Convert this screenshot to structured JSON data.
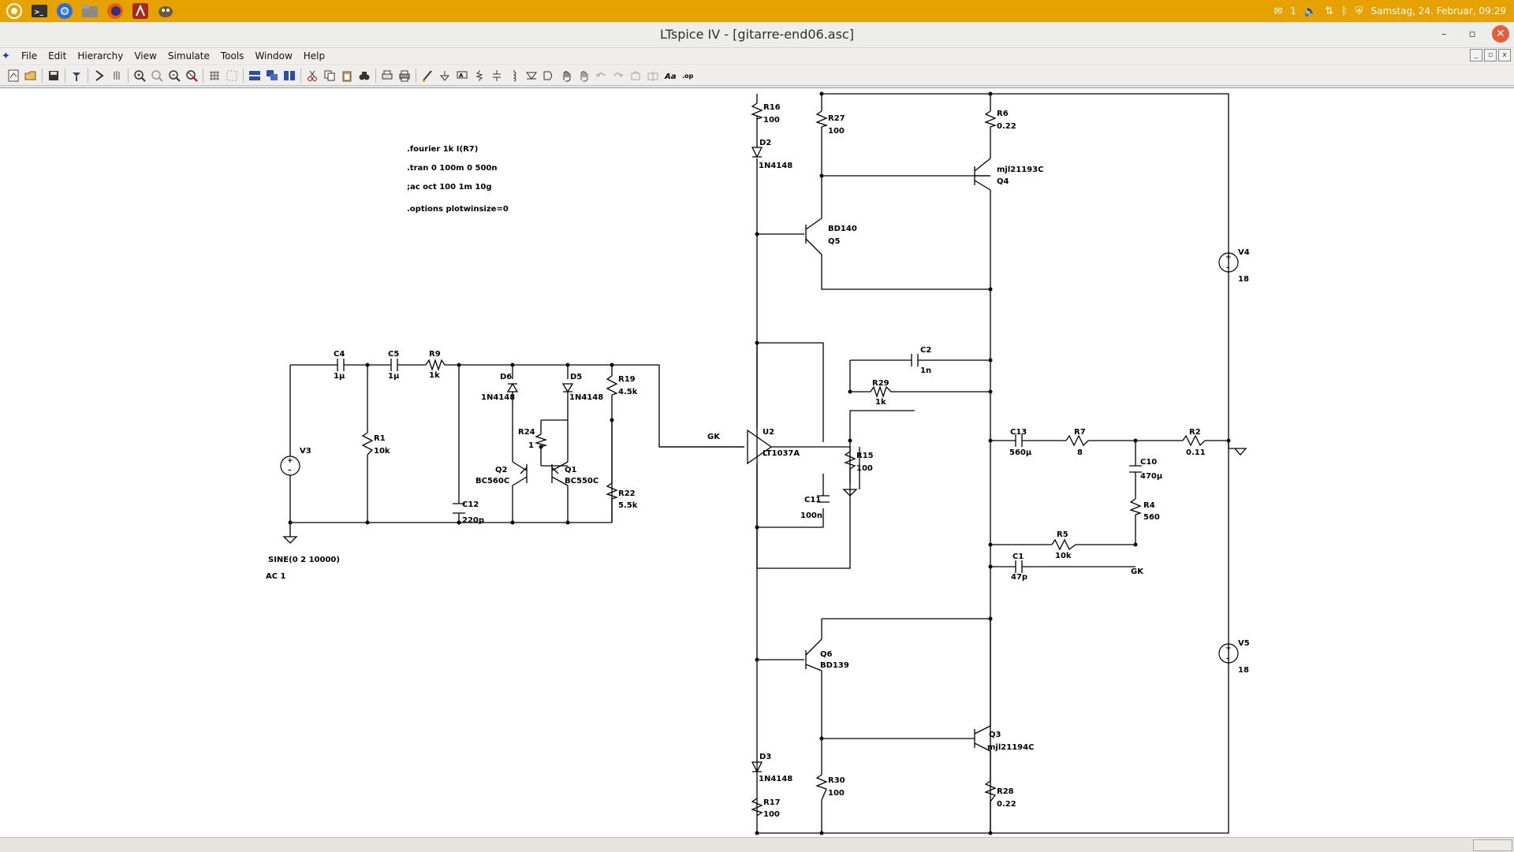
{
  "panel": {
    "date_time": "Samstag, 24. Februar, 09:29",
    "notif": "1",
    "launcher_icons": [
      "ubuntu-logo-icon",
      "terminal-icon",
      "chromium-icon",
      "files-icon",
      "firefox-icon",
      "ltspice-icon",
      "gimp-icon"
    ]
  },
  "window": {
    "title": "LTspice IV - [gitarre-end06.asc]"
  },
  "menu": {
    "items": [
      "File",
      "Edit",
      "Hierarchy",
      "View",
      "Simulate",
      "Tools",
      "Window",
      "Help"
    ]
  },
  "colors": {
    "panel": "#e6a200",
    "canvas": "#ffffff",
    "close": "#e45d3c"
  },
  "schematic": {
    "directives": {
      "fourier": ".fourier 1k I(R7)",
      "tran": ".tran 0 100m 0 500n",
      "ac": ";ac oct 100 1m 10g",
      "options": ".options plotwinsize=0"
    },
    "source": {
      "v3_name": "V3",
      "v3_value": "SINE(0 2 10000)",
      "v3_ac": "AC 1"
    },
    "supplies": {
      "v4_name": "V4",
      "v4_value": "18",
      "v5_name": "V5",
      "v5_value": "18"
    },
    "caps": {
      "c4": "C4",
      "c4v": "1µ",
      "c5": "C5",
      "c5v": "1µ",
      "c12": "C12",
      "c12v": "220p",
      "c11": "C11",
      "c11v": "100n",
      "c2": "C2",
      "c2v": "1n",
      "c13": "C13",
      "c13v": "560µ",
      "c10": "C10",
      "c10v": "470µ",
      "c1": "C1",
      "c1v": "47p"
    },
    "resistors": {
      "r9": "R9",
      "r9v": "1k",
      "r1": "R1",
      "r1v": "10k",
      "r19": "R19",
      "r19v": "4.5k",
      "r24": "R24",
      "r24v": "1",
      "r22": "R22",
      "r22v": "5.5k",
      "r16": "R16",
      "r16v": "100",
      "r27": "R27",
      "r27v": "100",
      "r6": "R6",
      "r6v": "0.22",
      "r29": "R29",
      "r29v": "1k",
      "r15": "R15",
      "r15v": "100",
      "r7": "R7",
      "r7v": "8",
      "r2": "R2",
      "r2v": "0.11",
      "r4": "R4",
      "r4v": "560",
      "r5": "R5",
      "r5v": "10k",
      "r30": "R30",
      "r30v": "100",
      "r17": "R17",
      "r17v": "100",
      "r28": "R28",
      "r28v": "0.22"
    },
    "diodes": {
      "d6": "D6",
      "d6v": "1N4148",
      "d5": "D5",
      "d5v": "1N4148",
      "d2": "D2",
      "d2v": "1N4148",
      "d3": "D3",
      "d3v": "1N4148"
    },
    "transistors": {
      "q2": "Q2",
      "q2v": "BC560C",
      "q1": "Q1",
      "q1v": "BC550C",
      "q5": "Q5",
      "q5v": "BD140",
      "q4": "Q4",
      "q4v": "mjl21193C",
      "q6": "Q6",
      "q6v": "BD139",
      "q3": "Q3",
      "q3v": "mjl21194C"
    },
    "opamp": {
      "u2": "U2",
      "u2v": "LT1037A"
    },
    "netlabels": {
      "gk_in": "GK",
      "gk_fb": "GK"
    }
  }
}
